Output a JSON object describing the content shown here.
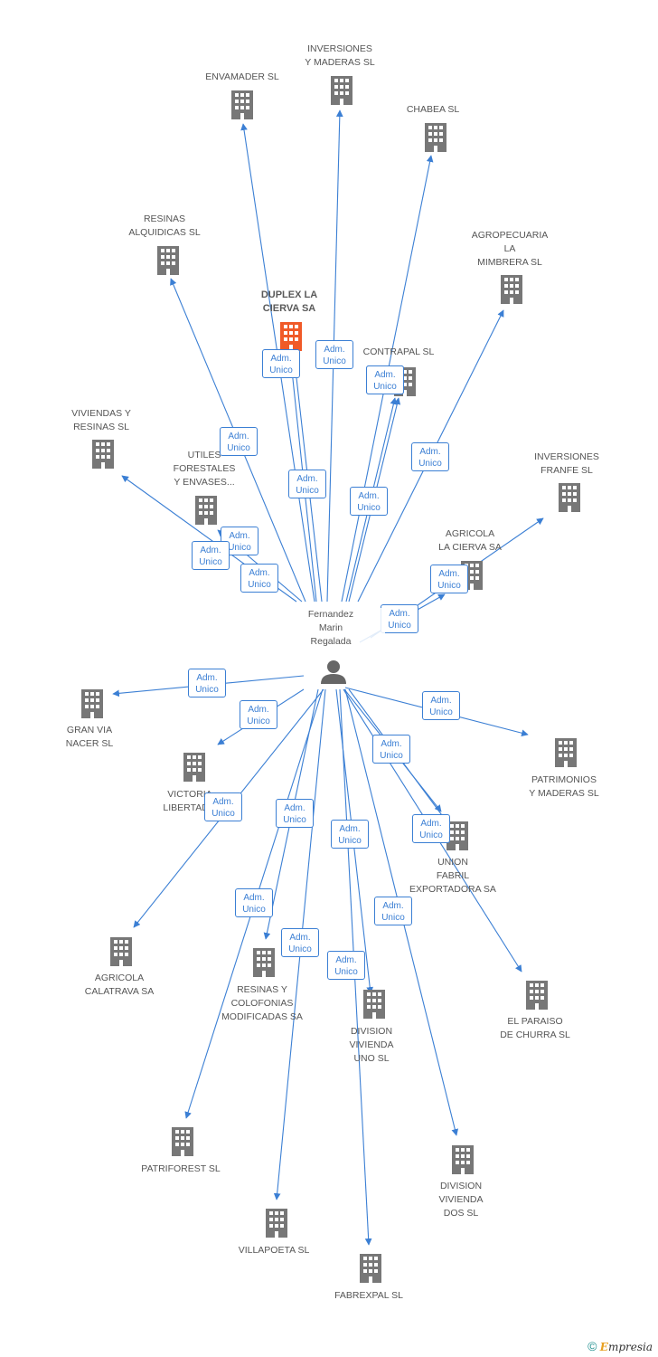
{
  "colors": {
    "edge": "#3b7fd4",
    "building": "#777777",
    "highlight": "#f05a28",
    "person": "#666666"
  },
  "center_person": {
    "label": "Fernandez\nMarin\nRegalada",
    "icon": "person-icon"
  },
  "companies": [
    {
      "id": "envamader",
      "label": "ENVAMADER SL",
      "highlight": false
    },
    {
      "id": "inversiones-maderas",
      "label": "INVERSIONES\nY MADERAS SL",
      "highlight": false
    },
    {
      "id": "chabea",
      "label": "CHABEA SL",
      "highlight": false
    },
    {
      "id": "resinas-alquidicas",
      "label": "RESINAS\nALQUIDICAS SL",
      "highlight": false
    },
    {
      "id": "agropecuaria",
      "label": "AGROPECUARIA\nLA\nMIMBRERA SL",
      "highlight": false
    },
    {
      "id": "duplex",
      "label": "DUPLEX LA\nCIERVA SA",
      "highlight": true
    },
    {
      "id": "contrapal",
      "label": "CONTRAPAL SL",
      "highlight": false
    },
    {
      "id": "viviendas-resinas",
      "label": "VIVIENDAS Y\nRESINAS SL",
      "highlight": false
    },
    {
      "id": "utiles",
      "label": "UTILES\nFORESTALES\nY ENVASES...",
      "highlight": false
    },
    {
      "id": "inversiones-franfe",
      "label": "INVERSIONES\nFRANFE SL",
      "highlight": false
    },
    {
      "id": "agricola-cierva",
      "label": "AGRICOLA\nLA CIERVA SA",
      "highlight": false
    },
    {
      "id": "gran-via",
      "label": "GRAN VIA\nNACER SL",
      "highlight": false
    },
    {
      "id": "victoria",
      "label": "VICTORIA\nLIBERTAD...",
      "highlight": false
    },
    {
      "id": "patrimonios",
      "label": "PATRIMONIOS\nY MADERAS SL",
      "highlight": false
    },
    {
      "id": "union-fabril",
      "label": "UNION\nFABRIL\nEXPORTADORA SA",
      "highlight": false
    },
    {
      "id": "agricola-calatrava",
      "label": "AGRICOLA\nCALATRAVA SA",
      "highlight": false
    },
    {
      "id": "resinas-colofonias",
      "label": "RESINAS Y\nCOLOFONIAS\nMODIFICADAS SA",
      "highlight": false
    },
    {
      "id": "division-uno",
      "label": "DIVISION\nVIVIENDA\nUNO SL",
      "highlight": false
    },
    {
      "id": "el-paraiso",
      "label": "EL PARAISO\nDE CHURRA SL",
      "highlight": false
    },
    {
      "id": "patriforest",
      "label": "PATRIFOREST SL",
      "highlight": false
    },
    {
      "id": "division-dos",
      "label": "DIVISION\nVIVIENDA\nDOS SL",
      "highlight": false
    },
    {
      "id": "villapoeta",
      "label": "VILLAPOETA SL",
      "highlight": false
    },
    {
      "id": "fabrexpal",
      "label": "FABREXPAL SL",
      "highlight": false
    }
  ],
  "edge_label": "Adm.\nUnico",
  "footer": {
    "copyright": "©",
    "brand_initial": "E",
    "brand_rest": "mpresia"
  }
}
